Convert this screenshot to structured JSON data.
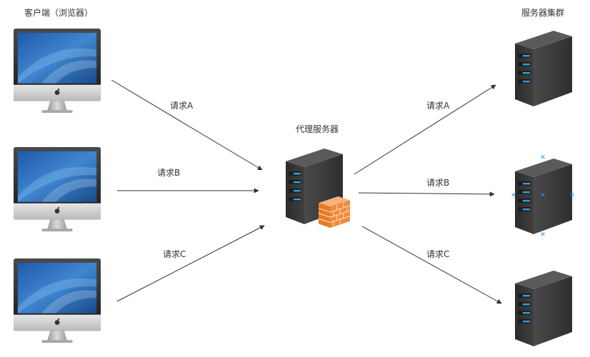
{
  "titles": {
    "clients": "客户端（浏览器）",
    "proxy": "代理服务器",
    "cluster": "服务器集群"
  },
  "requests": {
    "client_a": "请求A",
    "client_b": "请求B",
    "client_c": "请求C",
    "server_a": "请求A",
    "server_b": "请求B",
    "server_c": "请求C"
  },
  "icons": {
    "client": "imac-computer-icon",
    "proxy": "server-tower-icon",
    "firewall": "brick-firewall-icon",
    "server": "server-tower-icon",
    "selection": "selection-handle-icon"
  },
  "colors": {
    "arrow": "#333333",
    "screen": "#2a6db5",
    "server_body": "#3a3a3a",
    "led": "#2f9fe8",
    "firewall": "#f08a3c",
    "handle": "#1e90ff"
  }
}
